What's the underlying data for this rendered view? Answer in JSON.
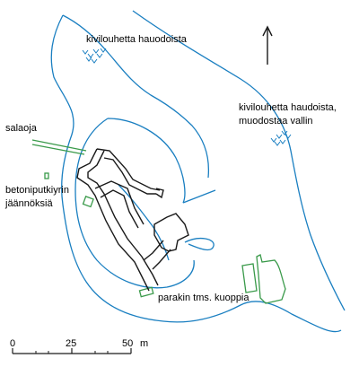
{
  "labels": {
    "heaps_north": "kivilouhetta hauodoista",
    "heaps_east_line1": "kivilouhetta haudoista,",
    "heaps_east_line2": "muodostaa vallin",
    "drain": "salaoja",
    "pipe_line1": "betoniputkiyrin",
    "pipe_line2": "jäännöksiä",
    "pits": "parakin tms. kuoppia"
  },
  "scale_bar": {
    "ticks": [
      "0",
      "25",
      "50"
    ],
    "unit": "m"
  },
  "north_arrow": {
    "icon": "north-arrow-icon"
  },
  "colors": {
    "contour": "#1a7fc1",
    "feature_green": "#3a9a4a",
    "structure": "#1a1a1a"
  }
}
